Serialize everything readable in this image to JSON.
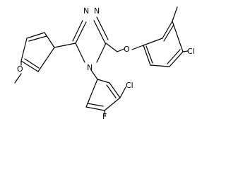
{
  "molecule": {
    "atoms": {
      "triazole_n1": "N",
      "triazole_n2": "N",
      "triazole_n4": "N",
      "ether_o": "O",
      "methoxy_o": "O",
      "cl_top": "Cl",
      "cl_bottom": "Cl",
      "fluoro": "F"
    }
  }
}
